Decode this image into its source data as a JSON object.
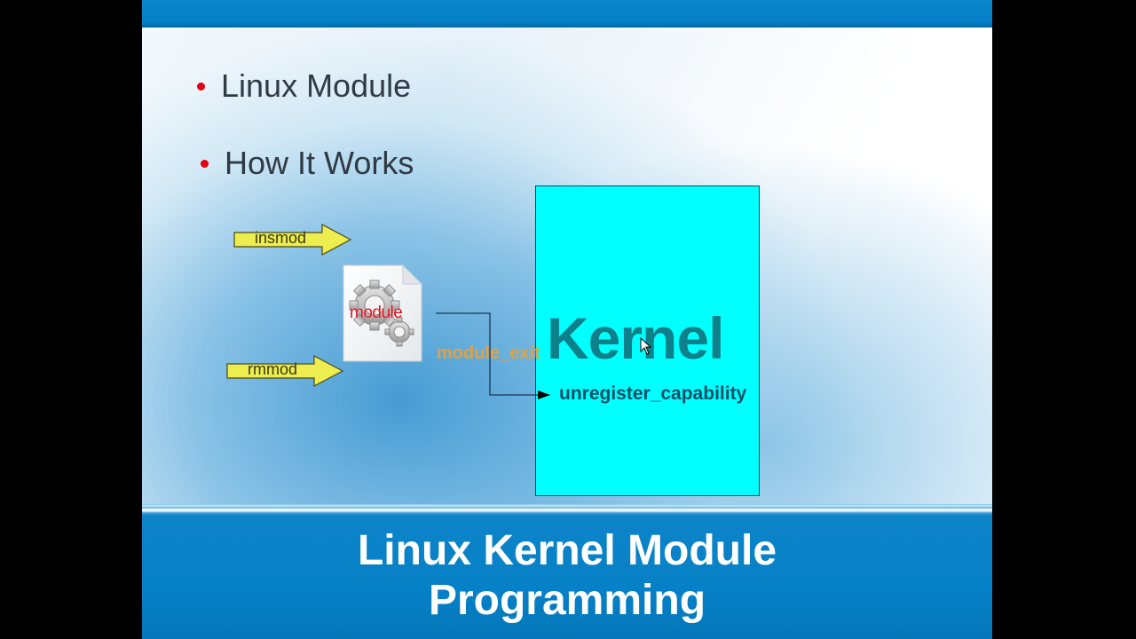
{
  "slide": {
    "bullets": [
      {
        "text": "Linux Module"
      },
      {
        "text": "How It Works"
      }
    ],
    "diagram": {
      "insmod_arrow": {
        "label": "insmod",
        "fill": "#eded50"
      },
      "rmmod_arrow": {
        "label": "rmmod",
        "fill": "#eded50"
      },
      "module_file": {
        "label": "module",
        "icon": "gear-document-icon"
      },
      "connector_label": "module_exit",
      "kernel": {
        "title": "Kernel",
        "function_label": "unregister_capability",
        "fill": "#00ffff"
      }
    },
    "footer_title": {
      "line1": "Linux Kernel Module",
      "line2": "Programming"
    }
  },
  "colors": {
    "band_blue": "#0580c8",
    "bullet_dot": "#e00010",
    "kernel_text": "#0e8089",
    "exit_label": "#f0a030"
  }
}
